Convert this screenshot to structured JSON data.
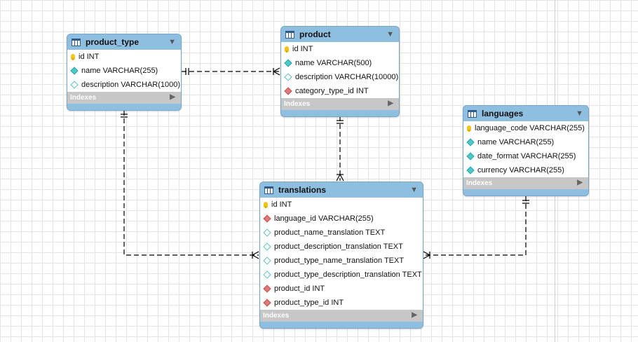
{
  "tables": {
    "product_type": {
      "title": "product_type",
      "columns": [
        {
          "text": "id INT",
          "icon": "primary-key-icon"
        },
        {
          "text": "name VARCHAR(255)",
          "icon": "not-null-column-icon"
        },
        {
          "text": "description VARCHAR(1000)",
          "icon": "nullable-column-icon"
        }
      ],
      "indexes_label": "Indexes"
    },
    "product": {
      "title": "product",
      "columns": [
        {
          "text": "id INT",
          "icon": "primary-key-icon"
        },
        {
          "text": "name VARCHAR(500)",
          "icon": "not-null-column-icon"
        },
        {
          "text": "description VARCHAR(10000)",
          "icon": "nullable-column-icon"
        },
        {
          "text": "category_type_id INT",
          "icon": "foreign-key-icon"
        }
      ],
      "indexes_label": "Indexes"
    },
    "languages": {
      "title": "languages",
      "columns": [
        {
          "text": "language_code VARCHAR(255)",
          "icon": "primary-key-icon"
        },
        {
          "text": "name VARCHAR(255)",
          "icon": "not-null-column-icon"
        },
        {
          "text": "date_format VARCHAR(255)",
          "icon": "not-null-column-icon"
        },
        {
          "text": "currency VARCHAR(255)",
          "icon": "not-null-column-icon"
        }
      ],
      "indexes_label": "Indexes"
    },
    "translations": {
      "title": "translations",
      "columns": [
        {
          "text": "id INT",
          "icon": "primary-key-icon"
        },
        {
          "text": "language_id VARCHAR(255)",
          "icon": "foreign-key-icon"
        },
        {
          "text": "product_name_translation TEXT",
          "icon": "nullable-column-icon"
        },
        {
          "text": "product_description_translation TEXT",
          "icon": "nullable-column-icon"
        },
        {
          "text": "product_type_name_translation TEXT",
          "icon": "nullable-column-icon"
        },
        {
          "text": "product_type_description_translation TEXT",
          "icon": "nullable-column-icon"
        },
        {
          "text": "product_id INT",
          "icon": "foreign-key-icon"
        },
        {
          "text": "product_type_id INT",
          "icon": "foreign-key-icon"
        }
      ],
      "indexes_label": "Indexes"
    }
  },
  "relationships": [
    {
      "from": "product_type",
      "to": "product",
      "cardinality": "one-to-many"
    },
    {
      "from": "product",
      "to": "translations",
      "cardinality": "one-to-many"
    },
    {
      "from": "product_type",
      "to": "translations",
      "cardinality": "one-to-many"
    },
    {
      "from": "languages",
      "to": "translations",
      "cardinality": "one-to-many"
    }
  ],
  "colors": {
    "table_header": "#8fbfe0",
    "indexes_bar": "#c7c7c7",
    "primary_key": "#f2c31b",
    "not_null": "#4ec9c9",
    "foreign_key": "#e07a7a",
    "connector": "#000000"
  }
}
